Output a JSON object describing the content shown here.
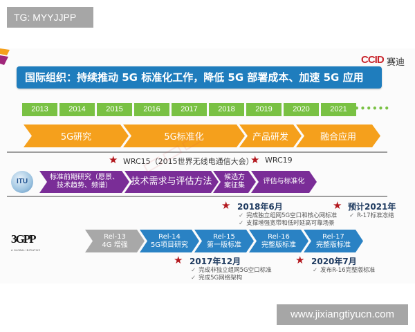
{
  "overlays": {
    "top_watermark": "TG: MYYJJPP",
    "bottom_watermark": "www.jixiangtiyucn.com"
  },
  "branding": {
    "logo_text": "CCID",
    "logo_cn": "赛迪",
    "colors": {
      "banner_blue": "#1f7dbd",
      "year_green": "#79c143",
      "phase_orange": "#f5a01c",
      "itu_purple": "#7a2d97",
      "release_blue": "#2a82c4",
      "release_gray": "#a8a8a8",
      "star_red": "#b3181e"
    }
  },
  "banner": {
    "title": "国际组织：持续推动 5G 标准化工作，降低 5G 部署成本、加速 5G 应用"
  },
  "timeline": {
    "years": [
      "2013",
      "2014",
      "2015",
      "2016",
      "2017",
      "2018",
      "2019",
      "2020",
      "2021"
    ],
    "continuation": "••••••"
  },
  "phases": [
    {
      "label": "5G研究"
    },
    {
      "label": "5G标准化"
    },
    {
      "label": "产品研发"
    },
    {
      "label": "融合应用"
    }
  ],
  "itu": {
    "logo_text": "ITU",
    "events": [
      {
        "label": "WRC15（2015世界无线电通信大会）"
      },
      {
        "label": "WRC19"
      }
    ],
    "stages": [
      {
        "line1": "标准前期研究（愿景、",
        "line2": "技术趋势、频谱）"
      },
      {
        "line1": "技术需求与评估方法",
        "line2": ""
      },
      {
        "line1": "候选方",
        "line2": "案征集"
      },
      {
        "line1": "评估与标准化",
        "line2": ""
      }
    ]
  },
  "gpp": {
    "logo_text": "3GPP",
    "logo_sub": "A GLOBAL INITIATIVE",
    "releases": [
      {
        "name": "Rel-13",
        "desc": "4G 增强"
      },
      {
        "name": "Rel-14",
        "desc": "5G项目研究"
      },
      {
        "name": "Rel-15",
        "desc": "第一版标准"
      },
      {
        "name": "Rel-16",
        "desc": "完整版标准"
      },
      {
        "name": "Rel-17",
        "desc": "完整版标准"
      }
    ],
    "milestones_above": [
      {
        "date": "2018年6月",
        "items": [
          "完成独立组网5G空口和核心网标准",
          "支撑增强宽带和低时延高可靠场景"
        ]
      },
      {
        "date": "预计2021年",
        "items": [
          "R-17标准冻结"
        ]
      }
    ],
    "milestones_below": [
      {
        "date": "2017年12月",
        "items": [
          "完成非独立组网5G空口标准",
          "完成5G网络架构"
        ]
      },
      {
        "date": "2020年7月",
        "items": [
          "发布R-16完整版标准"
        ]
      }
    ]
  },
  "icons": {
    "star": "★",
    "check": "✓"
  }
}
